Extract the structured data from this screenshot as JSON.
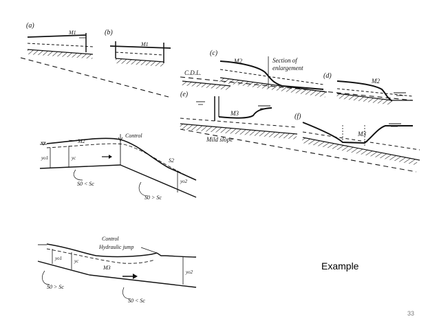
{
  "figure_top": {
    "panel_a_letter": "(a)",
    "panel_b_letter": "(b)",
    "panel_c_letter": "(c)",
    "panel_d_letter": "(d)",
    "panel_e_letter": "(e)",
    "panel_f_letter": "(f)",
    "m1_a": "M1",
    "m1_b": "M1",
    "m2_c": "M2",
    "m2_d": "M2",
    "m3_e": "M3",
    "m3_f": "M3",
    "section_label_1": "Section of",
    "section_label_2": "enlargement",
    "cdl": "C.D.L.",
    "mild_slope": "Mild slope"
  },
  "figure_middle": {
    "control": "Control",
    "m2": "M2",
    "s2": "S2",
    "yo1": "yo1",
    "yc": "yc",
    "yo2": "yo2",
    "slope_left": "S0 < Sc",
    "slope_right": "S0 > Sc"
  },
  "figure_bottom": {
    "control": "Control",
    "hydraulic_jump": "Hydraulic jump",
    "m3": "M3",
    "yo1": "yo1",
    "yc": "yc",
    "yo2": "yo2",
    "slope_left": "S0 > Sc",
    "slope_right": "S0 < Sc"
  },
  "caption": "Example",
  "page_number": "33"
}
